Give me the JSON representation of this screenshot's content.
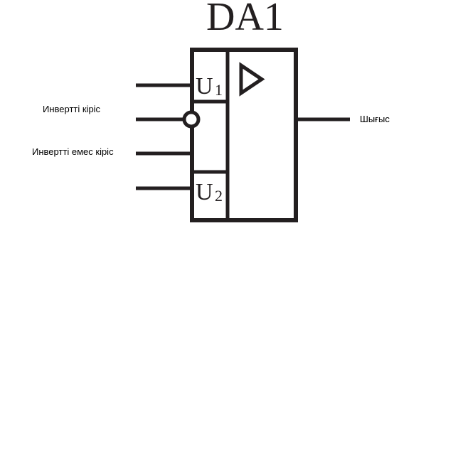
{
  "title": "DA1",
  "supply_pins": {
    "top": {
      "letter": "U",
      "index": "1"
    },
    "bottom": {
      "letter": "U",
      "index": "2"
    }
  },
  "labels": {
    "inverting_input": "Инвертті кіріс",
    "noninverting_input": "Инвертті емес кіріс",
    "output": "Шығыс"
  },
  "symbol": {
    "amplifier": "triangle-icon",
    "inversion": "inversion-circle-icon"
  }
}
